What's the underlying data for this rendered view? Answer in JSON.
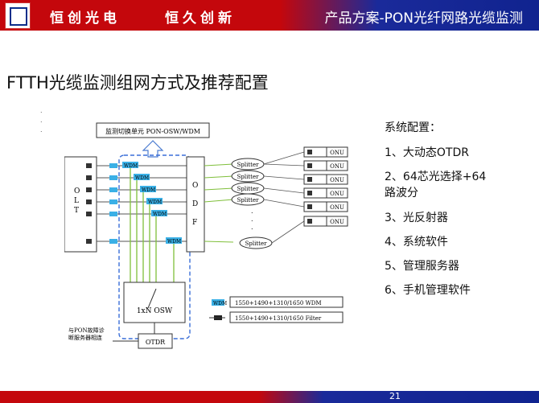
{
  "header": {
    "brand_left": "恒创光电",
    "brand_right": "恒久创新",
    "title": "产品方案-PON光纤网路光缆监测"
  },
  "slide_title": "FTTH光缆监测组网方式及推荐配置",
  "diagram": {
    "top_box": "监测切换单元 PON-OSW/WDM",
    "olt_label": [
      "O",
      "L",
      "T"
    ],
    "odf_label": [
      "O",
      "D",
      "F"
    ],
    "wdm_label": "WDM",
    "splitter_label": "Splitter",
    "onu_label": "ONU",
    "osw_label": "1xN OSW",
    "otdr_label": "OTDR",
    "side_note_1": "与PON故障诊",
    "side_note_2": "断服务器相连",
    "legend_wdm": "1550+1490+1310/1650 WDM",
    "legend_filter": "1550+1490+1310/1650 Filter"
  },
  "config": {
    "heading": "系统配置：",
    "items": [
      "1、大动态OTDR",
      "2、64芯光选择+64",
      "路波分",
      "3、光反射器",
      "4、系统软件",
      "5、管理服务器",
      "6、手机管理软件"
    ]
  },
  "footer": {
    "page": "21"
  },
  "colors": {
    "red": "#c4070c",
    "blue": "#10238f",
    "wdm": "#3ab0e6",
    "fiber": "#7fbf3a"
  }
}
